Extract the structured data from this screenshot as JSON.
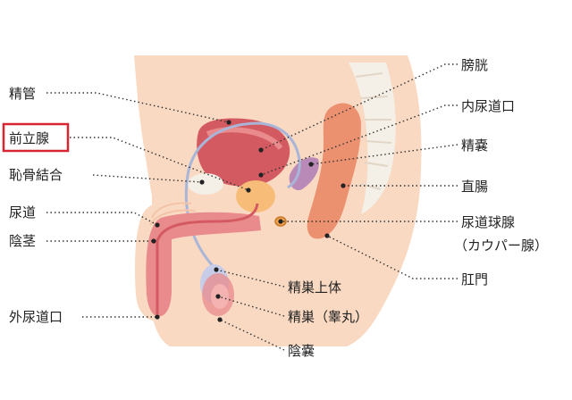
{
  "colors": {
    "skin": "#f9d9c2",
    "skin_dark": "#f0b89a",
    "organ": "#e98a8c",
    "organ_dark": "#d45a62",
    "rectum": "#ec9170",
    "prostate": "#f7bd78",
    "bone": "#f4efe7",
    "vessel": "#a9b6d8",
    "leader": "#333333",
    "highlight": "#d72632"
  },
  "labels": {
    "seikan": "精管",
    "zenritsusen": "前立腺",
    "chikotsu": "恥骨結合",
    "nyodo": "尿道",
    "inkei": "陰茎",
    "gainyodoko": "外尿道口",
    "bokou": "膀胱",
    "nainyodoko": "内尿道口",
    "seinou": "精嚢",
    "chokucho": "直腸",
    "nyodokyusen_1": "尿道球腺",
    "nyodokyusen_2": "（カウパー腺）",
    "komon": "肛門",
    "seisojotai": "精巣上体",
    "seiso": "精巣（睾丸）",
    "innou": "陰嚢"
  },
  "highlighted_label": "zenritsusen"
}
